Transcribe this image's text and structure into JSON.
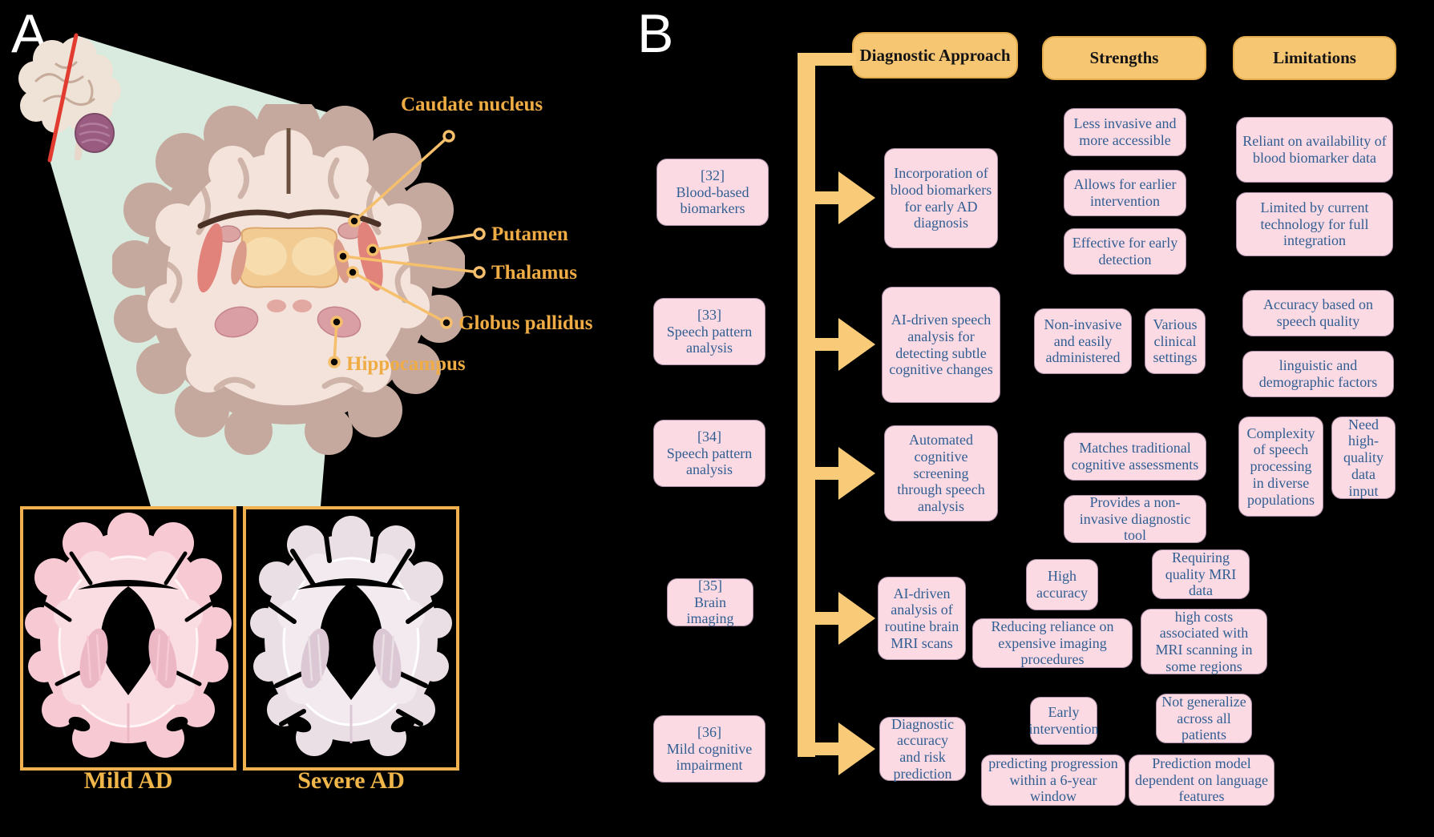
{
  "panel_a": {
    "letter": "A",
    "brain_labels": {
      "caudate": "Caudate nucleus",
      "putamen": "Putamen",
      "thalamus": "Thalamus",
      "globus": "Globus pallidus",
      "hippocampus": "Hippocampus"
    },
    "comparison": {
      "left_caption": "Mild AD",
      "right_caption": "Severe AD"
    }
  },
  "panel_b": {
    "letter": "B",
    "headers": [
      "Diagnostic Approach",
      "Strengths",
      "Limitations"
    ],
    "rows": [
      {
        "ref": "[32]",
        "method": "Blood-based biomarkers",
        "approach": "Incorporation of blood biomarkers for early AD diagnosis",
        "strengths": [
          "Less invasive and more accessible",
          "Allows for earlier intervention",
          "Effective for early detection"
        ],
        "limitations": [
          "Reliant on availability of blood biomarker data",
          "Limited by current technology for full integration"
        ]
      },
      {
        "ref": "[33]",
        "method": "Speech pattern analysis",
        "approach": "AI-driven speech analysis for detecting subtle cognitive changes",
        "strengths": [
          "Non-invasive and easily administered",
          "Various clinical settings"
        ],
        "limitations": [
          "Accuracy based on speech quality",
          "linguistic and demographic factors"
        ]
      },
      {
        "ref": "[34]",
        "method": "Speech pattern analysis",
        "approach": "Automated cognitive screening through speech analysis",
        "strengths": [
          "Matches traditional cognitive assessments",
          "Provides a non-invasive diagnostic tool"
        ],
        "limitations": [
          "Complexity of speech processing in diverse populations",
          "Need high-quality data input"
        ]
      },
      {
        "ref": "[35]",
        "method": "Brain imaging",
        "approach": "AI-driven analysis of routine brain MRI scans",
        "strengths": [
          "High accuracy",
          "Reducing reliance on expensive imaging procedures"
        ],
        "limitations": [
          "Requiring quality MRI data",
          "high costs associated with MRI scanning in some regions"
        ]
      },
      {
        "ref": "[36]",
        "method": "Mild cognitive impairment",
        "approach": "Diagnostic accuracy and risk prediction",
        "strengths": [
          "Early intervention",
          "predicting  progression within a 6-year window"
        ],
        "limitations": [
          "Not generalize across all patients",
          "Prediction model dependent on language features"
        ]
      }
    ]
  },
  "colors": {
    "background": "#000000",
    "header_orange": "#F7C672",
    "arrow_yellow": "#F9CB79",
    "box_pink": "#FBDAE4",
    "box_text_blue": "#315E92",
    "label_gold": "#EFAC44",
    "beam_mint": "#D9EBDE",
    "slice_line_red": "#E23B30",
    "mild_brain_pink": "#F6C9D3",
    "severe_brain_gray": "#E9DFE4"
  }
}
